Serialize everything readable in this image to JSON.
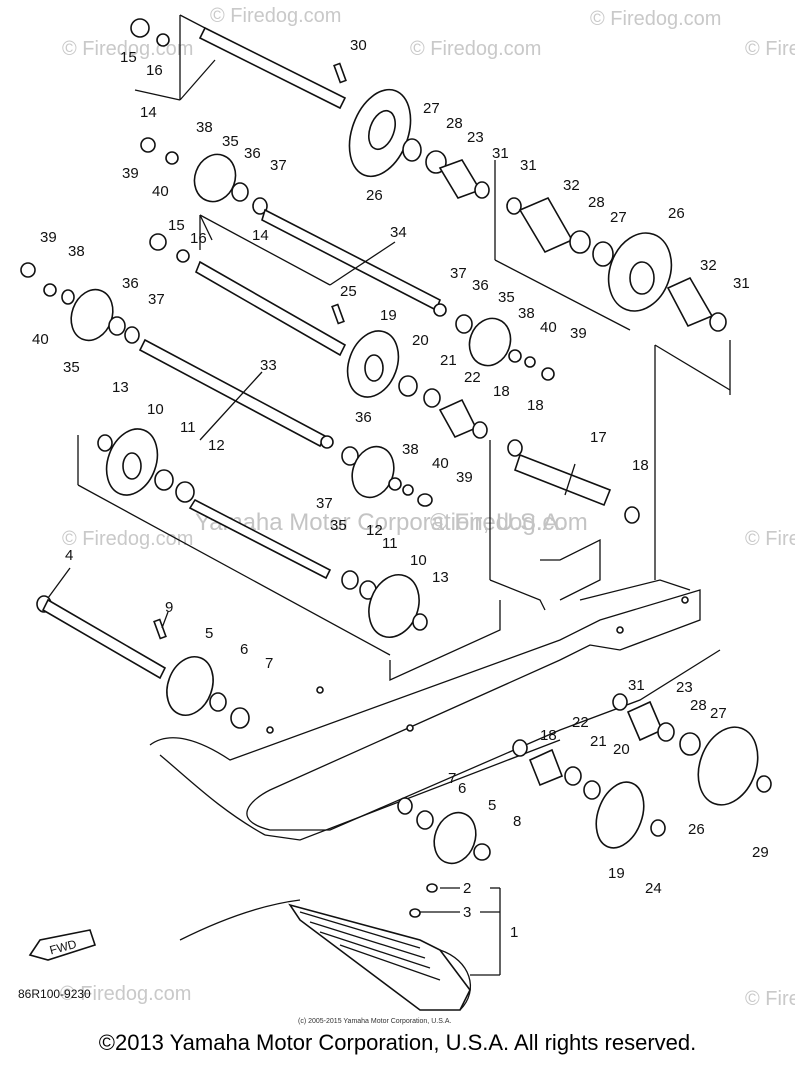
{
  "watermark": "© Firedog.com",
  "watermark_center": "Yamaha Motor Corporation, U.S.A.",
  "watermark_center2": "© Firedog.com",
  "front_indicator": "FWD",
  "diagram_code": "86R100-9230",
  "small_copyright": "(c) 2005-2015 Yamaha Motor Corporation, U.S.A.",
  "copyright": "©2013 Yamaha Motor Corporation, U.S.A. All rights reserved.",
  "callouts": [
    "1",
    "2",
    "3",
    "4",
    "5",
    "6",
    "7",
    "8",
    "9",
    "10",
    "11",
    "12",
    "13",
    "14",
    "15",
    "16",
    "17",
    "18",
    "19",
    "20",
    "21",
    "22",
    "23",
    "24",
    "25",
    "26",
    "27",
    "28",
    "29",
    "30",
    "31",
    "32",
    "33",
    "34",
    "35",
    "36",
    "37",
    "38",
    "39",
    "40"
  ]
}
